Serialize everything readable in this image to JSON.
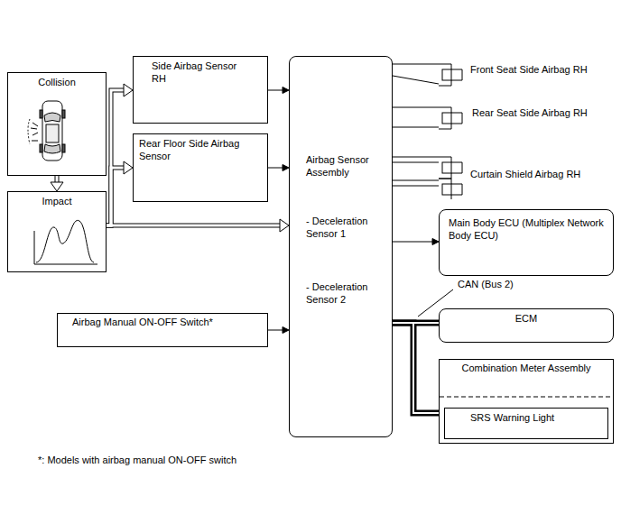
{
  "diagram": {
    "nodes": [
      {
        "text": [
          "Collision"
        ]
      },
      {
        "text": [
          "Impact"
        ]
      },
      {
        "text": [
          "Side Airbag Sensor RH"
        ]
      },
      {
        "text": [
          "Rear Floor Side Airbag Sensor"
        ]
      },
      {
        "text": [
          "Airbag Manual ON-OFF Switch*"
        ]
      },
      {
        "text": [
          "Airbag Sensor Assembly",
          "- Deceleration Sensor 1",
          "- Deceleration Sensor 2"
        ]
      },
      {
        "text": [
          "Front Seat Side Airbag RH"
        ]
      },
      {
        "text": [
          "Rear Seat Side Airbag RH"
        ]
      },
      {
        "text": [
          "Curtain Shield Airbag RH"
        ]
      },
      {
        "text": [
          "Main Body ECU (Multiplex Network Body ECU)"
        ]
      },
      {
        "text": [
          "ECM"
        ]
      },
      {
        "text": [
          "Combination Meter Assembly"
        ]
      },
      {
        "text": [
          "SRS Warning Light"
        ],
        "in": 11
      }
    ],
    "edges": [
      {
        "from": 0,
        "to": 1,
        "arrow": "to"
      },
      {
        "from": 1,
        "to": 2,
        "arrow": "to"
      },
      {
        "from": 1,
        "to": 3,
        "arrow": "to"
      },
      {
        "from": 1,
        "to": 5,
        "arrow": "to"
      },
      {
        "from": 2,
        "to": 5,
        "arrow": "to"
      },
      {
        "from": 3,
        "to": 5,
        "arrow": "to"
      },
      {
        "from": 4,
        "to": 5,
        "arrow": "to"
      },
      {
        "from": 5,
        "to": 6,
        "arrow": "none"
      },
      {
        "from": 5,
        "to": 7,
        "arrow": "none"
      },
      {
        "from": 5,
        "to": 8,
        "arrow": "none"
      },
      {
        "from": 5,
        "to": 9,
        "arrow": "to"
      },
      {
        "from": 5,
        "to": 10,
        "label": "CAN (Bus 2)",
        "arrow": "none"
      },
      {
        "from": 5,
        "to": 11,
        "arrow": "none"
      }
    ],
    "labels": [
      "*: Models with airbag manual ON-OFF switch"
    ]
  }
}
